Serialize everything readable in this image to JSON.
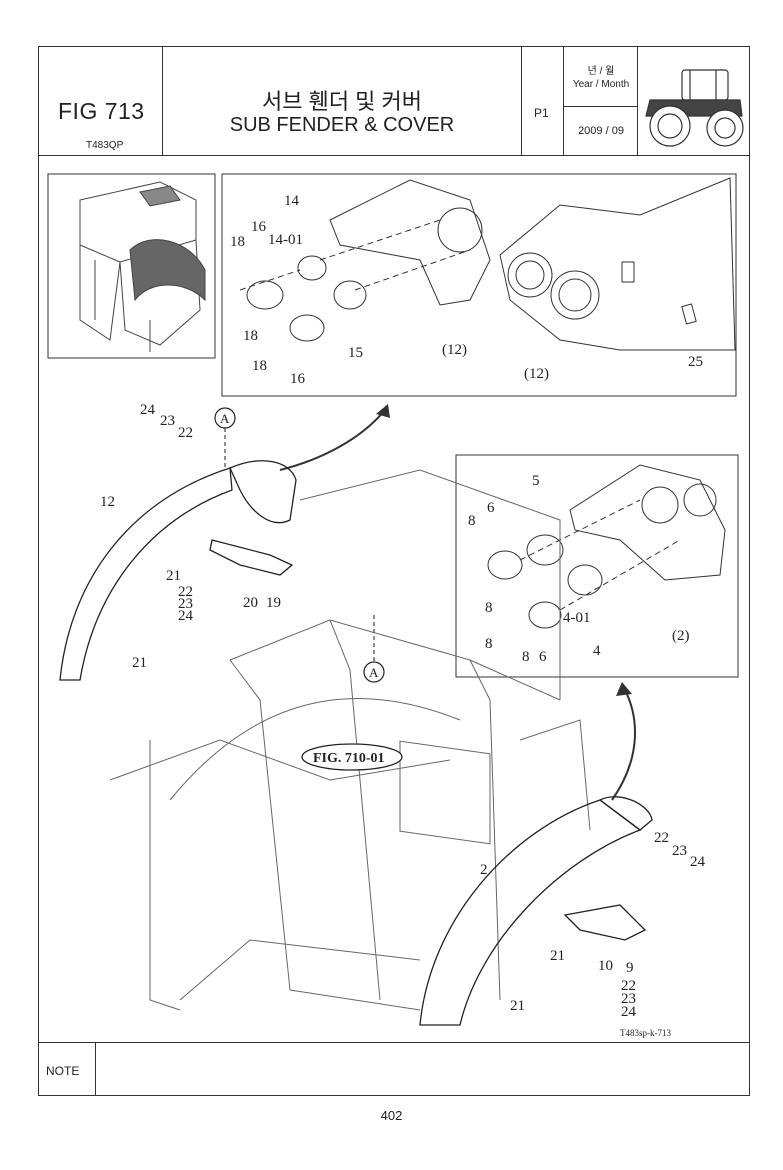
{
  "header": {
    "fig_number": "FIG 713",
    "model": "T483QP",
    "title_korean": "서브 휀더 및 커버",
    "title_english": "SUB FENDER & COVER",
    "page_code": "P1",
    "year_month_korean": "년 / 월",
    "year_month_english": "Year / Month",
    "date": "2009 / 09",
    "tractor_icon": "tractor-icon"
  },
  "diagram": {
    "inset_top": {
      "labels": [
        "14",
        "16",
        "14-01",
        "18",
        "18",
        "15",
        "(12)",
        "18",
        "16",
        "(12)",
        "25"
      ]
    },
    "inset_right": {
      "labels": [
        "5",
        "6",
        "8",
        "8",
        "4-01",
        "(2)",
        "8",
        "8",
        "6",
        "4"
      ]
    },
    "left_fender_labels": [
      "24",
      "23",
      "22",
      "12",
      "21",
      "22",
      "23",
      "24",
      "20",
      "19",
      "21"
    ],
    "right_fender_labels": [
      "22",
      "23",
      "24",
      "2",
      "21",
      "10",
      "9",
      "22",
      "23",
      "24",
      "21"
    ],
    "section_marker": "A",
    "figure_reference": "FIG. 710-01",
    "drawing_code": "T483sp-k-713"
  },
  "footer": {
    "note_label": "NOTE",
    "page_number": "402"
  }
}
